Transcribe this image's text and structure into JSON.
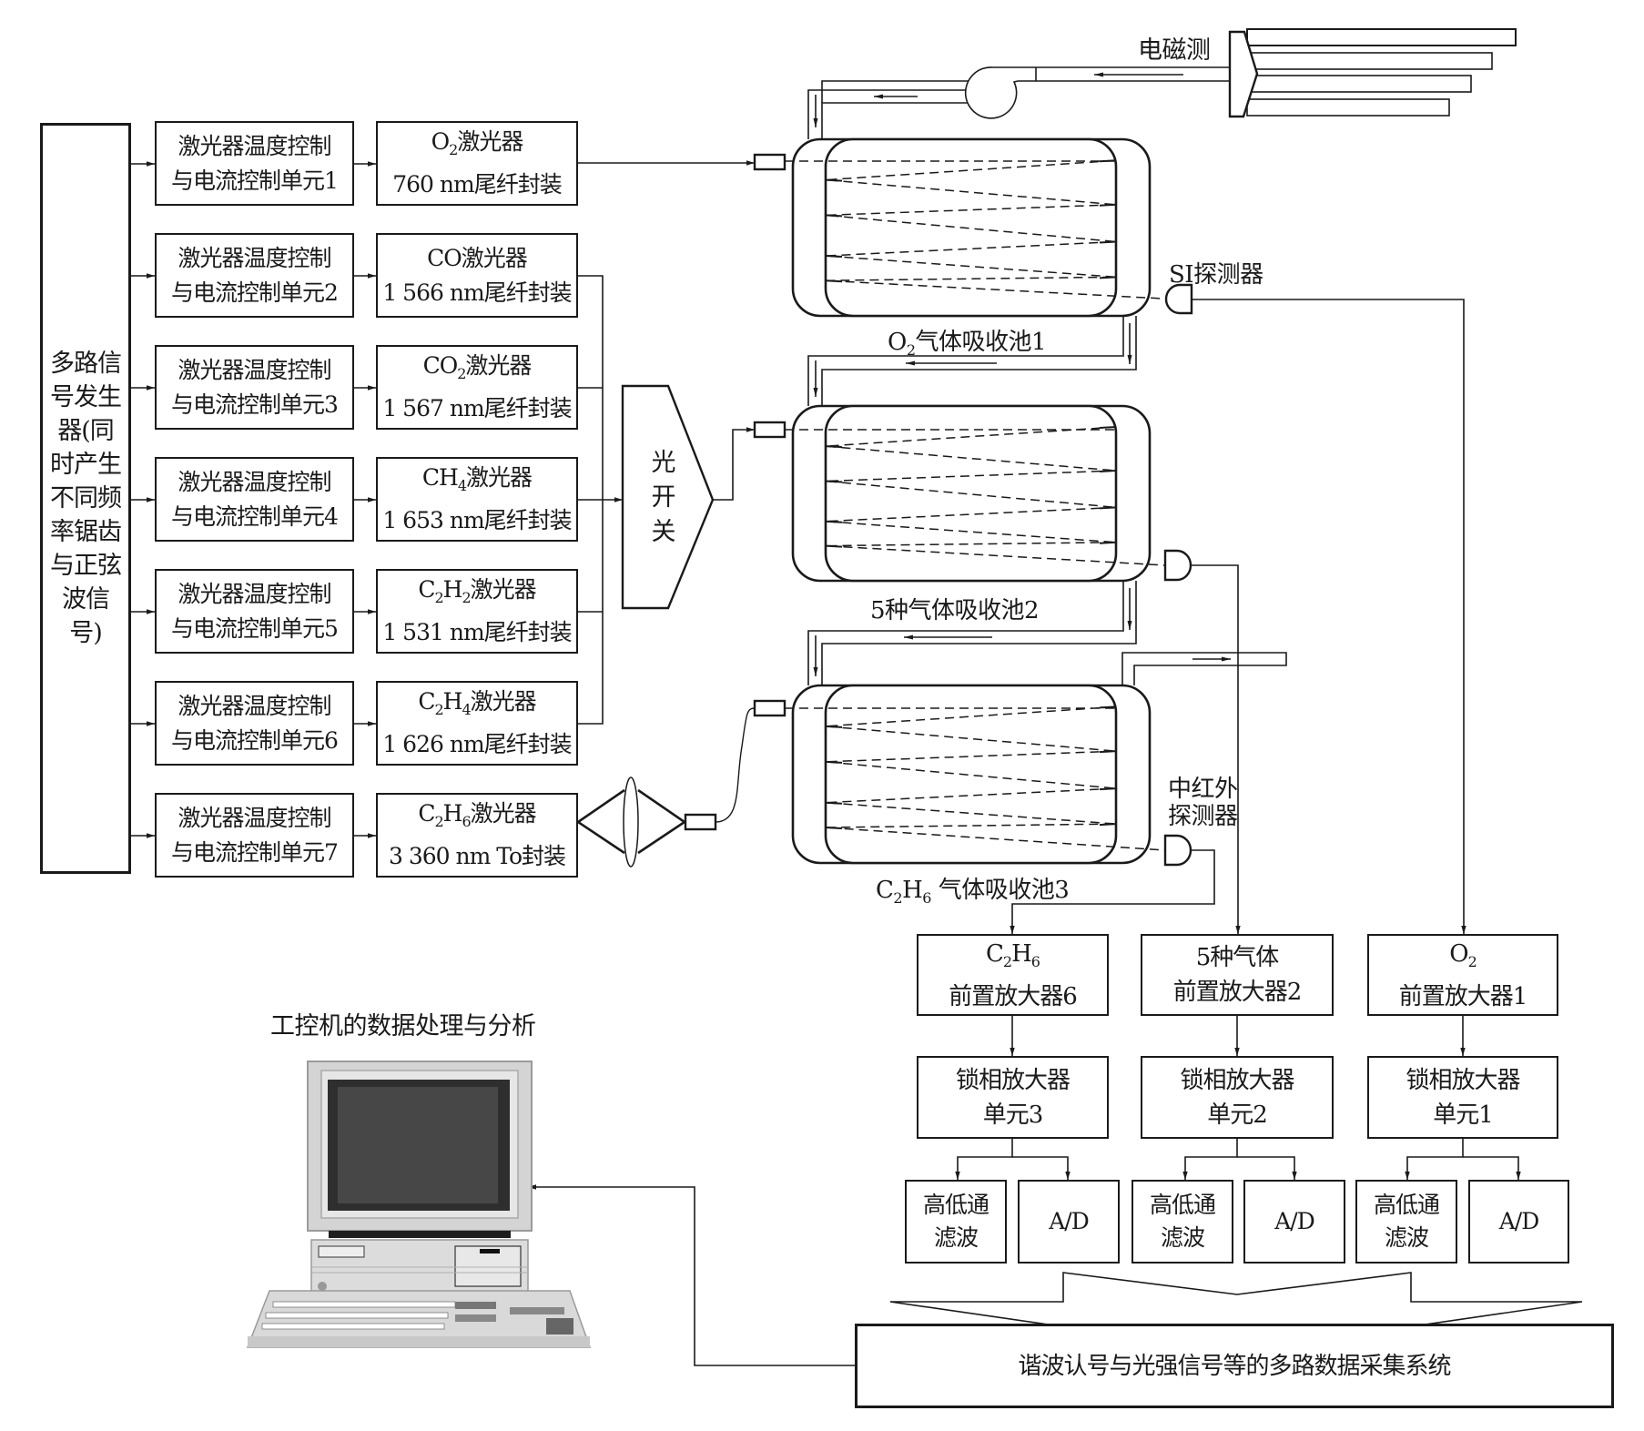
{
  "signal_generator": {
    "label": "多路信号发生器(同时产生不同频率锯齿与正弦波信号)"
  },
  "control_units": [
    {
      "line1": "激光器温度控制",
      "line2": "与电流控制单元1"
    },
    {
      "line1": "激光器温度控制",
      "line2": "与电流控制单元2"
    },
    {
      "line1": "激光器温度控制",
      "line2": "与电流控制单元3"
    },
    {
      "line1": "激光器温度控制",
      "line2": "与电流控制单元4"
    },
    {
      "line1": "激光器温度控制",
      "line2": "与电流控制单元5"
    },
    {
      "line1": "激光器温度控制",
      "line2": "与电流控制单元6"
    },
    {
      "line1": "激光器温度控制",
      "line2": "与电流控制单元7"
    }
  ],
  "lasers": [
    {
      "gas": "O",
      "gas_sub": "2",
      "gas_rest": "",
      "suffix": "激光器",
      "spec": "760 nm尾纤封装"
    },
    {
      "gas": "CO",
      "gas_sub": "",
      "gas_rest": "",
      "suffix": "激光器",
      "spec": "1 566 nm尾纤封装"
    },
    {
      "gas": "CO",
      "gas_sub": "2",
      "gas_rest": "",
      "suffix": "激光器",
      "spec": "1 567 nm尾纤封装"
    },
    {
      "gas": "CH",
      "gas_sub": "4",
      "gas_rest": "",
      "suffix": "激光器",
      "spec": "1 653 nm尾纤封装"
    },
    {
      "gas": "C",
      "gas_sub": "2",
      "gas_rest": "H",
      "gas_sub2": "2",
      "suffix": "激光器",
      "spec": "1 531 nm尾纤封装"
    },
    {
      "gas": "C",
      "gas_sub": "2",
      "gas_rest": "H",
      "gas_sub2": "4",
      "suffix": "激光器",
      "spec": "1 626 nm尾纤封装"
    },
    {
      "gas": "C",
      "gas_sub": "2",
      "gas_rest": "H",
      "gas_sub2": "6",
      "suffix": "激光器",
      "spec": "3 360 nm To封装"
    }
  ],
  "optical_switch": {
    "chars": [
      "光",
      "开",
      "关"
    ]
  },
  "cells": [
    {
      "prefix": "O",
      "sub": "2",
      "mid": "",
      "sub2": "",
      "name": "气体吸收池1"
    },
    {
      "prefix": "5种气体吸收池2",
      "sub": "",
      "mid": "",
      "sub2": "",
      "name": ""
    },
    {
      "prefix": "C",
      "sub": "2",
      "mid": "H",
      "sub2": "6",
      "name": " 气体吸收池3"
    }
  ],
  "detectors": {
    "si": "SI探测器",
    "mir_line1": "中红外",
    "mir_line2": "探测器"
  },
  "pump_label": "电磁测",
  "preamps": [
    {
      "line1_main": "C",
      "line1_sub": "2",
      "line1_mid": "H",
      "line1_sub2": "6",
      "line2": "前置放大器6"
    },
    {
      "line1_main": "5种气体",
      "line1_sub": "",
      "line1_mid": "",
      "line1_sub2": "",
      "line2": "前置放大器2"
    },
    {
      "line1_main": "O",
      "line1_sub": "2",
      "line1_mid": "",
      "line1_sub2": "",
      "line2": "前置放大器1"
    }
  ],
  "lockins": [
    {
      "line1": "锁相放大器",
      "line2": "单元3"
    },
    {
      "line1": "锁相放大器",
      "line2": "单元2"
    },
    {
      "line1": "锁相放大器",
      "line2": "单元1"
    }
  ],
  "filters": [
    {
      "line1": "高低通",
      "line2": "滤波"
    },
    {
      "line1": "高低通",
      "line2": "滤波"
    },
    {
      "line1": "高低通",
      "line2": "滤波"
    }
  ],
  "ad_label": "A/D",
  "daq": {
    "label": "谐波认号与光强信号等的多路数据采集系统"
  },
  "computer": {
    "title": "工控机的数据处理与分析"
  }
}
